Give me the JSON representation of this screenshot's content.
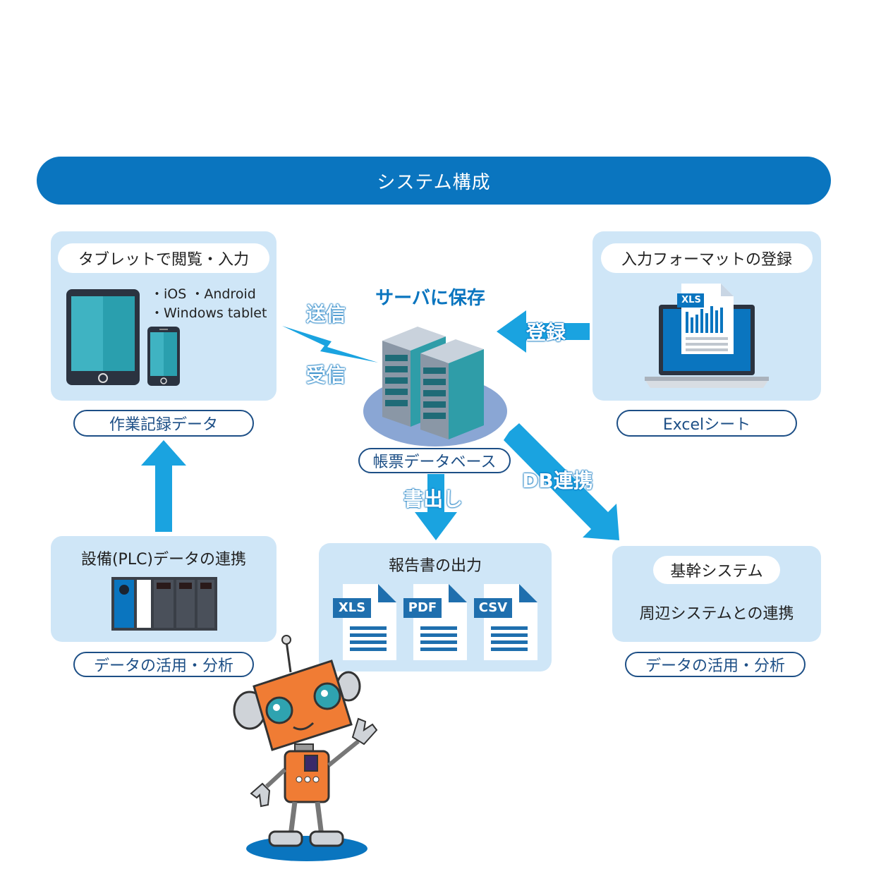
{
  "header": {
    "title": "システム構成"
  },
  "tablet_panel": {
    "title": "タブレットで閲覧・入力",
    "platforms_line1": "・iOS ・Android",
    "platforms_line2": "・Windows tablet",
    "label": "作業記録データ"
  },
  "excel_panel": {
    "title": "入力フォーマットの登録",
    "file_badge": "XLS",
    "label": "Excelシート"
  },
  "server": {
    "title": "サーバに保存",
    "label": "帳票データベース"
  },
  "arrows": {
    "send": "送信",
    "receive": "受信",
    "register": "登録",
    "export": "書出し",
    "db_link": "DB連携"
  },
  "plc_panel": {
    "title": "設備(PLC)データの連携",
    "label": "データの活用・分析"
  },
  "report_panel": {
    "title": "報告書の出力",
    "files": [
      "XLS",
      "PDF",
      "CSV"
    ]
  },
  "core_panel": {
    "title": "基幹システム",
    "subtitle": "周辺システムとの連携",
    "label": "データの活用・分析"
  },
  "colors": {
    "primary": "#0a75bf",
    "panel": "#cfe6f7",
    "arrow": "#1aa3e0",
    "outline": "#1d4f86"
  }
}
